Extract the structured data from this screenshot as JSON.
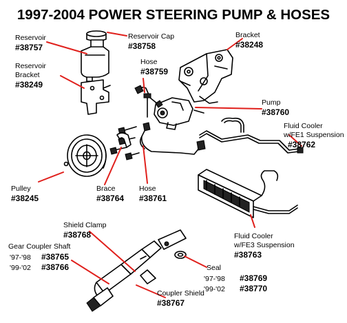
{
  "title": "1997-2004 POWER STEERING PUMP & HOSES",
  "callouts": {
    "reservoir": {
      "label": "Reservoir",
      "part": "#38757"
    },
    "reservoir_cap": {
      "label": "Reservoir Cap",
      "part": "#38758"
    },
    "bracket": {
      "label": "Bracket",
      "part": "#38248"
    },
    "reservoir_bracket": {
      "label1": "Reservoir",
      "label2": "Bracket",
      "part": "#38249"
    },
    "hose_upper": {
      "label": "Hose",
      "part": "#38759"
    },
    "pump": {
      "label": "Pump",
      "part": "#38760"
    },
    "fluid_cooler_fe1": {
      "label1": "Fluid Cooler",
      "label2": "w/FE1 Suspension",
      "part": "#38762"
    },
    "pulley": {
      "label": "Pulley",
      "part": "#38245"
    },
    "brace": {
      "label": "Brace",
      "part": "#38764"
    },
    "hose_lower": {
      "label": "Hose",
      "part": "#38761"
    },
    "fluid_cooler_fe3": {
      "label1": "Fluid Cooler",
      "label2": "w/FE3 Suspension",
      "part": "#38763"
    },
    "shield_clamp": {
      "label": "Shield Clamp",
      "part": "#38768"
    },
    "gear_coupler_shaft": {
      "label": "Gear Coupler Shaft",
      "year1": "'97-'98",
      "part1": "#38765",
      "year2": "'99-'02",
      "part2": "#38766"
    },
    "seal": {
      "label": "Seal",
      "year1": "'97-'98",
      "part1": "#38769",
      "year2": "'99-'02",
      "part2": "#38770"
    },
    "coupler_shield": {
      "label": "Coupler Shield",
      "part": "#38767"
    }
  },
  "colors": {
    "leader": "#e0201c",
    "ink": "#000000"
  }
}
